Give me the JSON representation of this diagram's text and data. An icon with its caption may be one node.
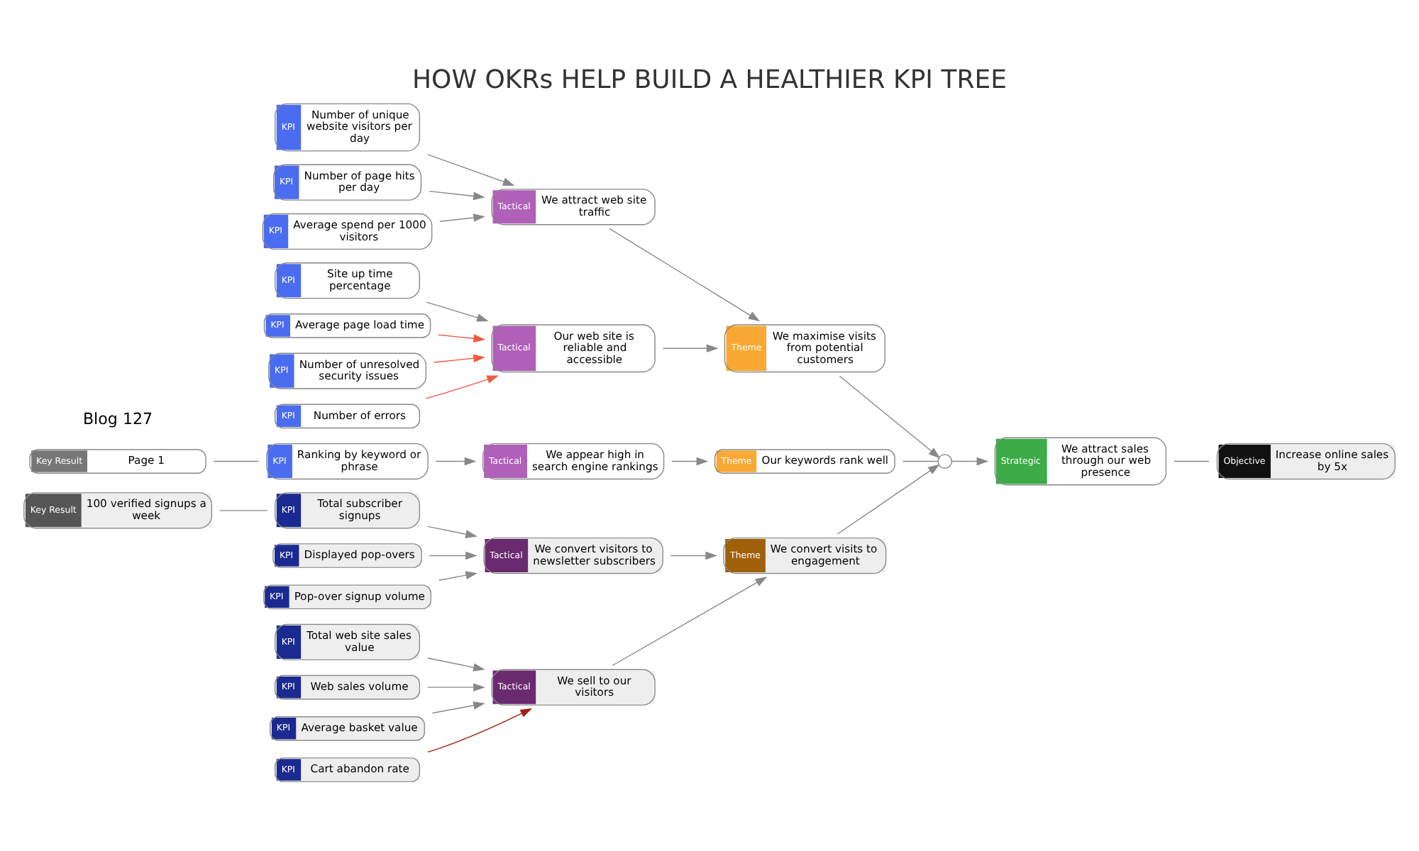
{
  "diagram": {
    "title": "HOW OKRs HELP BUILD A HEALTHIER KPI TREE",
    "nodes": [
      {
        "text": [
          "Strategic",
          "We attract sales through our web presence"
        ]
      },
      {
        "text": [
          "Objective",
          "Increase online sales by 5x"
        ]
      },
      {
        "text": [],
        "shape": "circle"
      },
      {
        "text": [
          "Theme",
          "We maximise visits from potential customers"
        ]
      },
      {
        "text": [
          "Tactical",
          "We attract web site traffic"
        ]
      },
      {
        "text": [
          "Tactical",
          "Our web site is reliable and accessible"
        ]
      },
      {
        "text": [
          "Theme",
          "Our keywords rank well"
        ]
      },
      {
        "text": [
          "Tactical",
          "We appear high in search engine rankings"
        ]
      },
      {
        "text": [
          "Theme",
          "We convert visits to engagement"
        ]
      },
      {
        "text": [
          "Tactical",
          "We convert visitors to newsletter subscribers"
        ]
      },
      {
        "text": [
          "Tactical",
          "We sell to our visitors"
        ]
      },
      {
        "text": [
          "KPI",
          "Number of unique website visitors per day"
        ]
      },
      {
        "text": [
          "KPI",
          "Number of page hits per day"
        ]
      },
      {
        "text": [
          "KPI",
          "Average spend per 1000 visitors"
        ]
      },
      {
        "text": [
          "KPI",
          "Site up time percentage"
        ]
      },
      {
        "text": [
          "KPI",
          "Average page load time"
        ]
      },
      {
        "text": [
          "KPI",
          "Number of unresolved security issues"
        ]
      },
      {
        "text": [
          "KPI",
          "Number of errors"
        ]
      },
      {
        "text": [
          "KPI",
          "Ranking by keyword or phrase"
        ]
      },
      {
        "text": [
          "Key Result",
          "Page 1"
        ]
      },
      {
        "text": [
          "KPI",
          "Total subscriber signups"
        ]
      },
      {
        "text": [
          "Key Result",
          "100 verified signups a week"
        ]
      },
      {
        "text": [
          "KPI",
          "Displayed pop-overs"
        ]
      },
      {
        "text": [
          "KPI",
          "Pop-over signup volume"
        ]
      },
      {
        "text": [
          "KPI",
          "Total web site sales value"
        ]
      },
      {
        "text": [
          "KPI",
          "Web sales volume"
        ]
      },
      {
        "text": [
          "KPI",
          "Average basket value"
        ]
      },
      {
        "text": [
          "KPI",
          "Cart abandon rate"
        ]
      }
    ],
    "edges": [
      {
        "from": 0,
        "to": 1,
        "arrow": "none"
      },
      {
        "from": 2,
        "to": 0,
        "arrow": "to"
      },
      {
        "from": 3,
        "to": 2,
        "arrow": "to"
      },
      {
        "from": 6,
        "to": 2,
        "arrow": "none"
      },
      {
        "from": 8,
        "to": 2,
        "arrow": "to"
      },
      {
        "from": 4,
        "to": 3,
        "arrow": "to"
      },
      {
        "from": 5,
        "to": 3,
        "arrow": "to"
      },
      {
        "from": 7,
        "to": 6,
        "arrow": "to"
      },
      {
        "from": 9,
        "to": 8,
        "arrow": "to"
      },
      {
        "from": 10,
        "to": 8,
        "arrow": "to"
      },
      {
        "from": 11,
        "to": 4,
        "arrow": "to"
      },
      {
        "from": 12,
        "to": 4,
        "arrow": "to"
      },
      {
        "from": 13,
        "to": 4,
        "arrow": "to"
      },
      {
        "from": 14,
        "to": 5,
        "arrow": "to"
      },
      {
        "from": 15,
        "to": 5,
        "arrow": "to",
        "color": "#f05a40"
      },
      {
        "from": 16,
        "to": 5,
        "arrow": "to",
        "color": "#f05a40"
      },
      {
        "from": 17,
        "to": 5,
        "arrow": "to",
        "color": "#f05a40"
      },
      {
        "from": 18,
        "to": 7,
        "arrow": "to"
      },
      {
        "from": 19,
        "to": 18,
        "arrow": "none"
      },
      {
        "from": 20,
        "to": 9,
        "arrow": "to"
      },
      {
        "from": 21,
        "to": 20,
        "arrow": "none"
      },
      {
        "from": 22,
        "to": 9,
        "arrow": "to"
      },
      {
        "from": 23,
        "to": 9,
        "arrow": "to"
      },
      {
        "from": 24,
        "to": 10,
        "arrow": "to"
      },
      {
        "from": 25,
        "to": 10,
        "arrow": "to"
      },
      {
        "from": 26,
        "to": 10,
        "arrow": "to"
      },
      {
        "from": 27,
        "to": 10,
        "arrow": "to",
        "color": "#a02010"
      }
    ],
    "labels": [
      "Blog 127"
    ]
  }
}
